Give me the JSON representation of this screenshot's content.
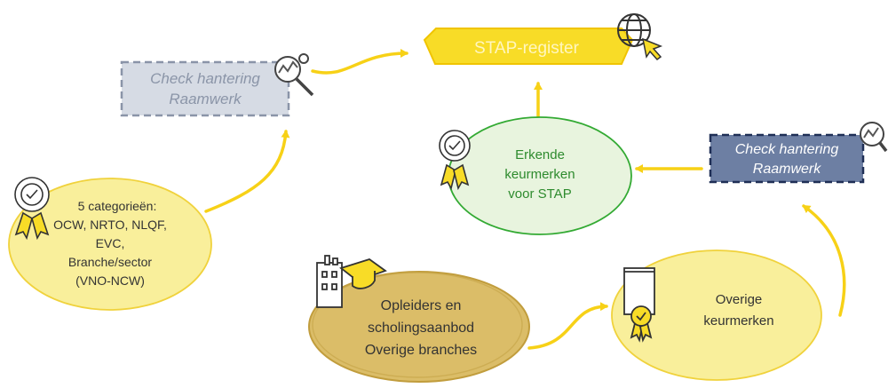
{
  "nodes": {
    "stap_register": "STAP-register",
    "check_left": [
      "Check hantering",
      "Raamwerk"
    ],
    "erkende": [
      "Erkende",
      "keurmerken",
      "voor STAP"
    ],
    "check_right": [
      "Check hantering",
      "Raamwerk"
    ],
    "categories": [
      "5 categorieën:",
      "OCW, NRTO, NLQF,",
      "EVC,",
      "Branche/sector",
      "(VNO-NCW)"
    ],
    "opleiders": [
      "Opleiders en",
      "scholingsaanbod",
      "Overige branches"
    ],
    "overige": [
      "Overige",
      "keurmerken"
    ]
  },
  "icons": [
    "globe-cursor-icon",
    "magnifier-chart-icon",
    "award-badge-icon",
    "certificate-icon",
    "building-graduation-cap-icon"
  ],
  "colors": {
    "yellow": "#f9ef9b",
    "yellow_stroke": "#f0d23c",
    "stap_fill": "#f8dc27",
    "stap_text": "#fff6c0",
    "grey_box": "#d6dbe4",
    "grey_text": "#8b95a8",
    "navy_box": "#6d7fa3",
    "navy_text": "#ffffff",
    "green_fill": "#e8f4de",
    "green_stroke": "#33aa33",
    "green_text": "#2e8b2e",
    "tan_fill": "#dbbd68",
    "tan_stroke": "#c19d3d",
    "arrow": "#f7d117",
    "ink": "#333333"
  }
}
